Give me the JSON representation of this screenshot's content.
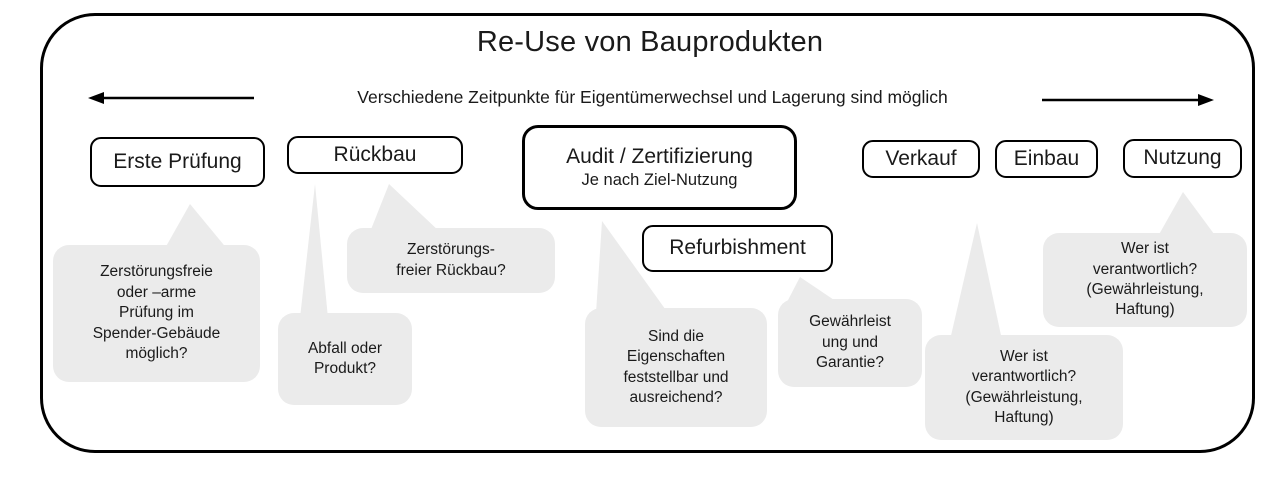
{
  "frame": {
    "title": "Re-Use von Bauprodukten",
    "timeline_caption": "Verschiedene Zeitpunkte für Eigentümerwechsel und Lagerung sind möglich"
  },
  "stages": [
    {
      "id": "erste-pruefung",
      "label": "Erste Prüfung"
    },
    {
      "id": "rueckbau",
      "label": "Rückbau"
    },
    {
      "id": "audit",
      "label": "Audit / Zertifizierung",
      "sublabel": "Je nach Ziel-Nutzung"
    },
    {
      "id": "verkauf",
      "label": "Verkauf"
    },
    {
      "id": "einbau",
      "label": "Einbau"
    },
    {
      "id": "nutzung",
      "label": "Nutzung"
    },
    {
      "id": "refurbishment",
      "label": "Refurbishment"
    }
  ],
  "callouts": [
    {
      "target": "erste-pruefung",
      "text": "Zerstörungsfreie\noder –arme\nPrüfung im\nSpender-Gebäude\nmöglich?"
    },
    {
      "target": "rueckbau",
      "text": "Zerstörungs-\nfreier Rückbau?"
    },
    {
      "target": "rueckbau",
      "text": "Abfall oder\nProdukt?"
    },
    {
      "target": "audit",
      "text": "Sind die\nEigenschaften\nfeststellbar und\nausreichend?"
    },
    {
      "target": "refurbishment",
      "text": "Gewährleist\nung und\nGarantie?"
    },
    {
      "target": "verkauf",
      "text": "Wer ist\nverantwortlich?\n(Gewährleistung,\nHaftung)"
    },
    {
      "target": "nutzung",
      "text": "Wer ist\nverantwortlich?\n(Gewährleistung,\nHaftung)"
    }
  ],
  "colors": {
    "background": "#FFFFFF",
    "line": "#000000",
    "callout_bg": "#EBEBEB"
  }
}
